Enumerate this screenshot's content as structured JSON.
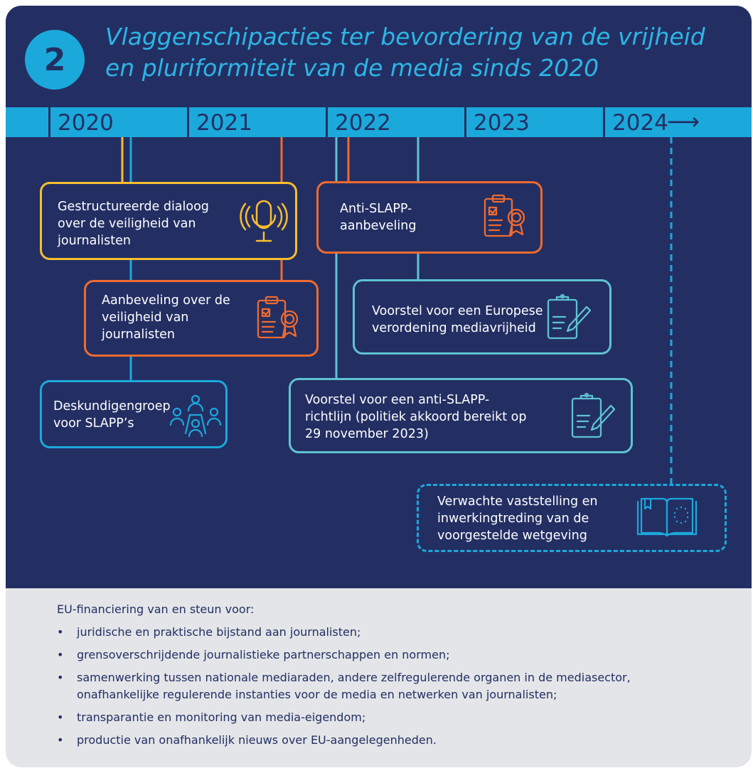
{
  "header": {
    "number": "2",
    "title_line1": "Vlaggenschipacties ter bevordering van de vrijheid",
    "title_line2": "en pluriformiteit van de media sinds 2020"
  },
  "timeline": {
    "years": [
      "2020",
      "2021",
      "2022",
      "2023",
      "2024"
    ],
    "arrow": "⟶"
  },
  "actions": {
    "dialogue": {
      "line1": "Gestructureerde dialoog",
      "line2": "over de veiligheid van",
      "line3": "journalisten",
      "icon": "microphone-icon"
    },
    "recommendation": {
      "line1": "Aanbeveling over de",
      "line2": "veiligheid van",
      "line3": "journalisten",
      "icon": "certificate-clipboard-icon"
    },
    "expert_group": {
      "line1": "Deskundigengroep",
      "line2": "voor SLAPP’s",
      "icon": "meeting-group-icon"
    },
    "anti_slapp_rec": {
      "line1": "Anti-SLAPP-",
      "line2": "aanbeveling",
      "icon": "certificate-clipboard-icon"
    },
    "media_freedom_act": {
      "line1": "Voorstel voor een Europese",
      "line2": "verordening mediavrijheid",
      "icon": "clipboard-pen-icon"
    },
    "anti_slapp_directive": {
      "line1": "Voorstel voor een anti-SLAPP-",
      "line2": "richtlijn (politiek akkoord bereikt op",
      "line3": "29 november 2023)",
      "icon": "clipboard-pen-icon"
    },
    "expected_adoption": {
      "line1": "Verwachte vaststelling en",
      "line2": "inwerkingtreding van de",
      "line3": "voorgestelde wetgeving",
      "icon": "eu-book-icon"
    }
  },
  "colors": {
    "navy": "#232f63",
    "cyan": "#1ba9dc",
    "yellow": "#fbbe2e",
    "orange": "#f06a2f",
    "teal": "#5ec3d1"
  },
  "funding": {
    "lead": "EU-financiering van en steun voor:",
    "bullet": "•",
    "items": [
      "juridische en praktische bijstand aan journalisten;",
      "grensoverschrijdende journalistieke partnerschappen en normen;",
      "samenwerking tussen nationale mediaraden, andere zelfregulerende organen in de mediasector,",
      "onafhankelijke regulerende instanties voor de media en netwerken van journalisten;",
      "transparantie en monitoring van media-eigendom;",
      "productie van onafhankelijk nieuws over EU-aangelegenheden."
    ]
  }
}
